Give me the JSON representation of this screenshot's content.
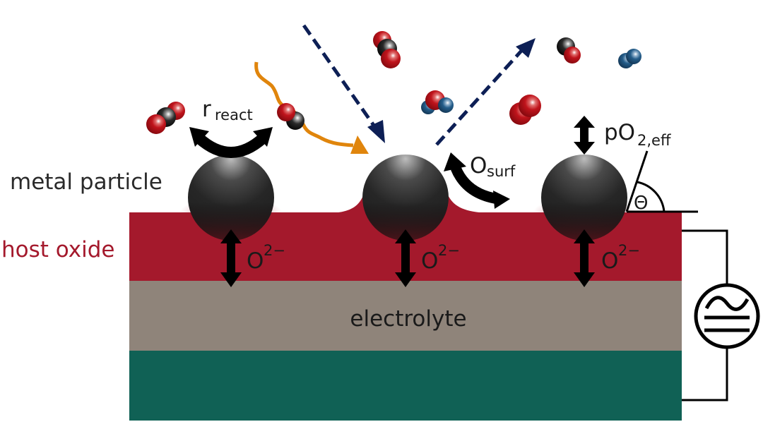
{
  "labels": {
    "metal_particle": "metal particle",
    "host_oxide": "host oxide",
    "electrolyte": "electrolyte",
    "r_react_main": "r",
    "r_react_sub": "react",
    "o_surf_main": "O",
    "o_surf_sub": "surf",
    "po2_main": "pO",
    "po2_sub": "2,eff",
    "theta": "Θ",
    "oxygen_ion_main": "O",
    "oxygen_ion_sup": "2−"
  },
  "colors": {
    "host_oxide": "#a4192c",
    "electrolyte": "#8f847a",
    "substrate": "#106155",
    "gas_arrow": "#0d1f55",
    "light_wave": "#e0850c",
    "oxygen_atom": "#b00d14",
    "carbon_atom": "#1a1a1a",
    "nitrogen_atom": "#1f5a85",
    "host_oxide_label": "#a4192c"
  },
  "particles": [
    {
      "name": "left",
      "ion_label": true
    },
    {
      "name": "center",
      "ion_label": true
    },
    {
      "name": "right",
      "ion_label": true
    }
  ],
  "molecules": [
    {
      "name": "co2-left",
      "type": "CO2"
    },
    {
      "name": "co-left",
      "type": "CO"
    },
    {
      "name": "co2-top",
      "type": "CO2"
    },
    {
      "name": "no-center",
      "type": "NO"
    },
    {
      "name": "o2-right",
      "type": "O2"
    },
    {
      "name": "co-right",
      "type": "CO"
    },
    {
      "name": "n2-right",
      "type": "N2"
    }
  ],
  "power_source": {
    "symbol": "AC/DC source",
    "icon": "ac-dc-source-icon"
  }
}
